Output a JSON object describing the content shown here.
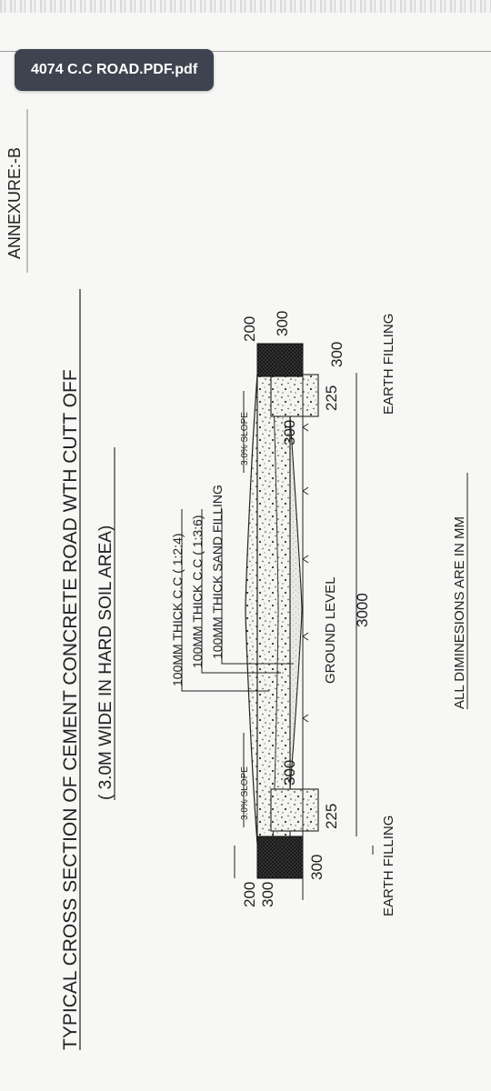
{
  "file": {
    "name": "4074 C.C ROAD.PDF.pdf"
  },
  "doc": {
    "annexure": "ANNEXURE:-B",
    "title": "TYPICAL CROSS SECTION OF CEMENT CONCRETE ROAD WTH CUTT OFF",
    "subtitle": "( 3.0M WIDE IN HARD SOIL AREA)",
    "layers": [
      "100MM THICK C.C ( 1:2:4)",
      "100MM THICK C.C ( 1:3:6)",
      "100MM THICK SAND FILLING"
    ],
    "slope_left": "3.0% SLOPE",
    "slope_right": "3.0% SLOPE",
    "ground_level": "GROUND LEVEL",
    "width_dim": "3000",
    "earth_left": "EARTH FILLING",
    "earth_right": "EARTH FILLING",
    "note": "ALL DIMINESIONS ARE IN MM",
    "dims": {
      "left_200": "200",
      "left_300a": "300",
      "left_300b": "300",
      "left_225": "225",
      "left_300c": "300",
      "right_200": "200",
      "right_300a": "300",
      "right_300b": "300",
      "right_225": "225",
      "right_300c": "300"
    }
  },
  "colors": {
    "chip_bg": "#3f4350",
    "ink": "#222222",
    "paper": "#f7f7f5"
  }
}
